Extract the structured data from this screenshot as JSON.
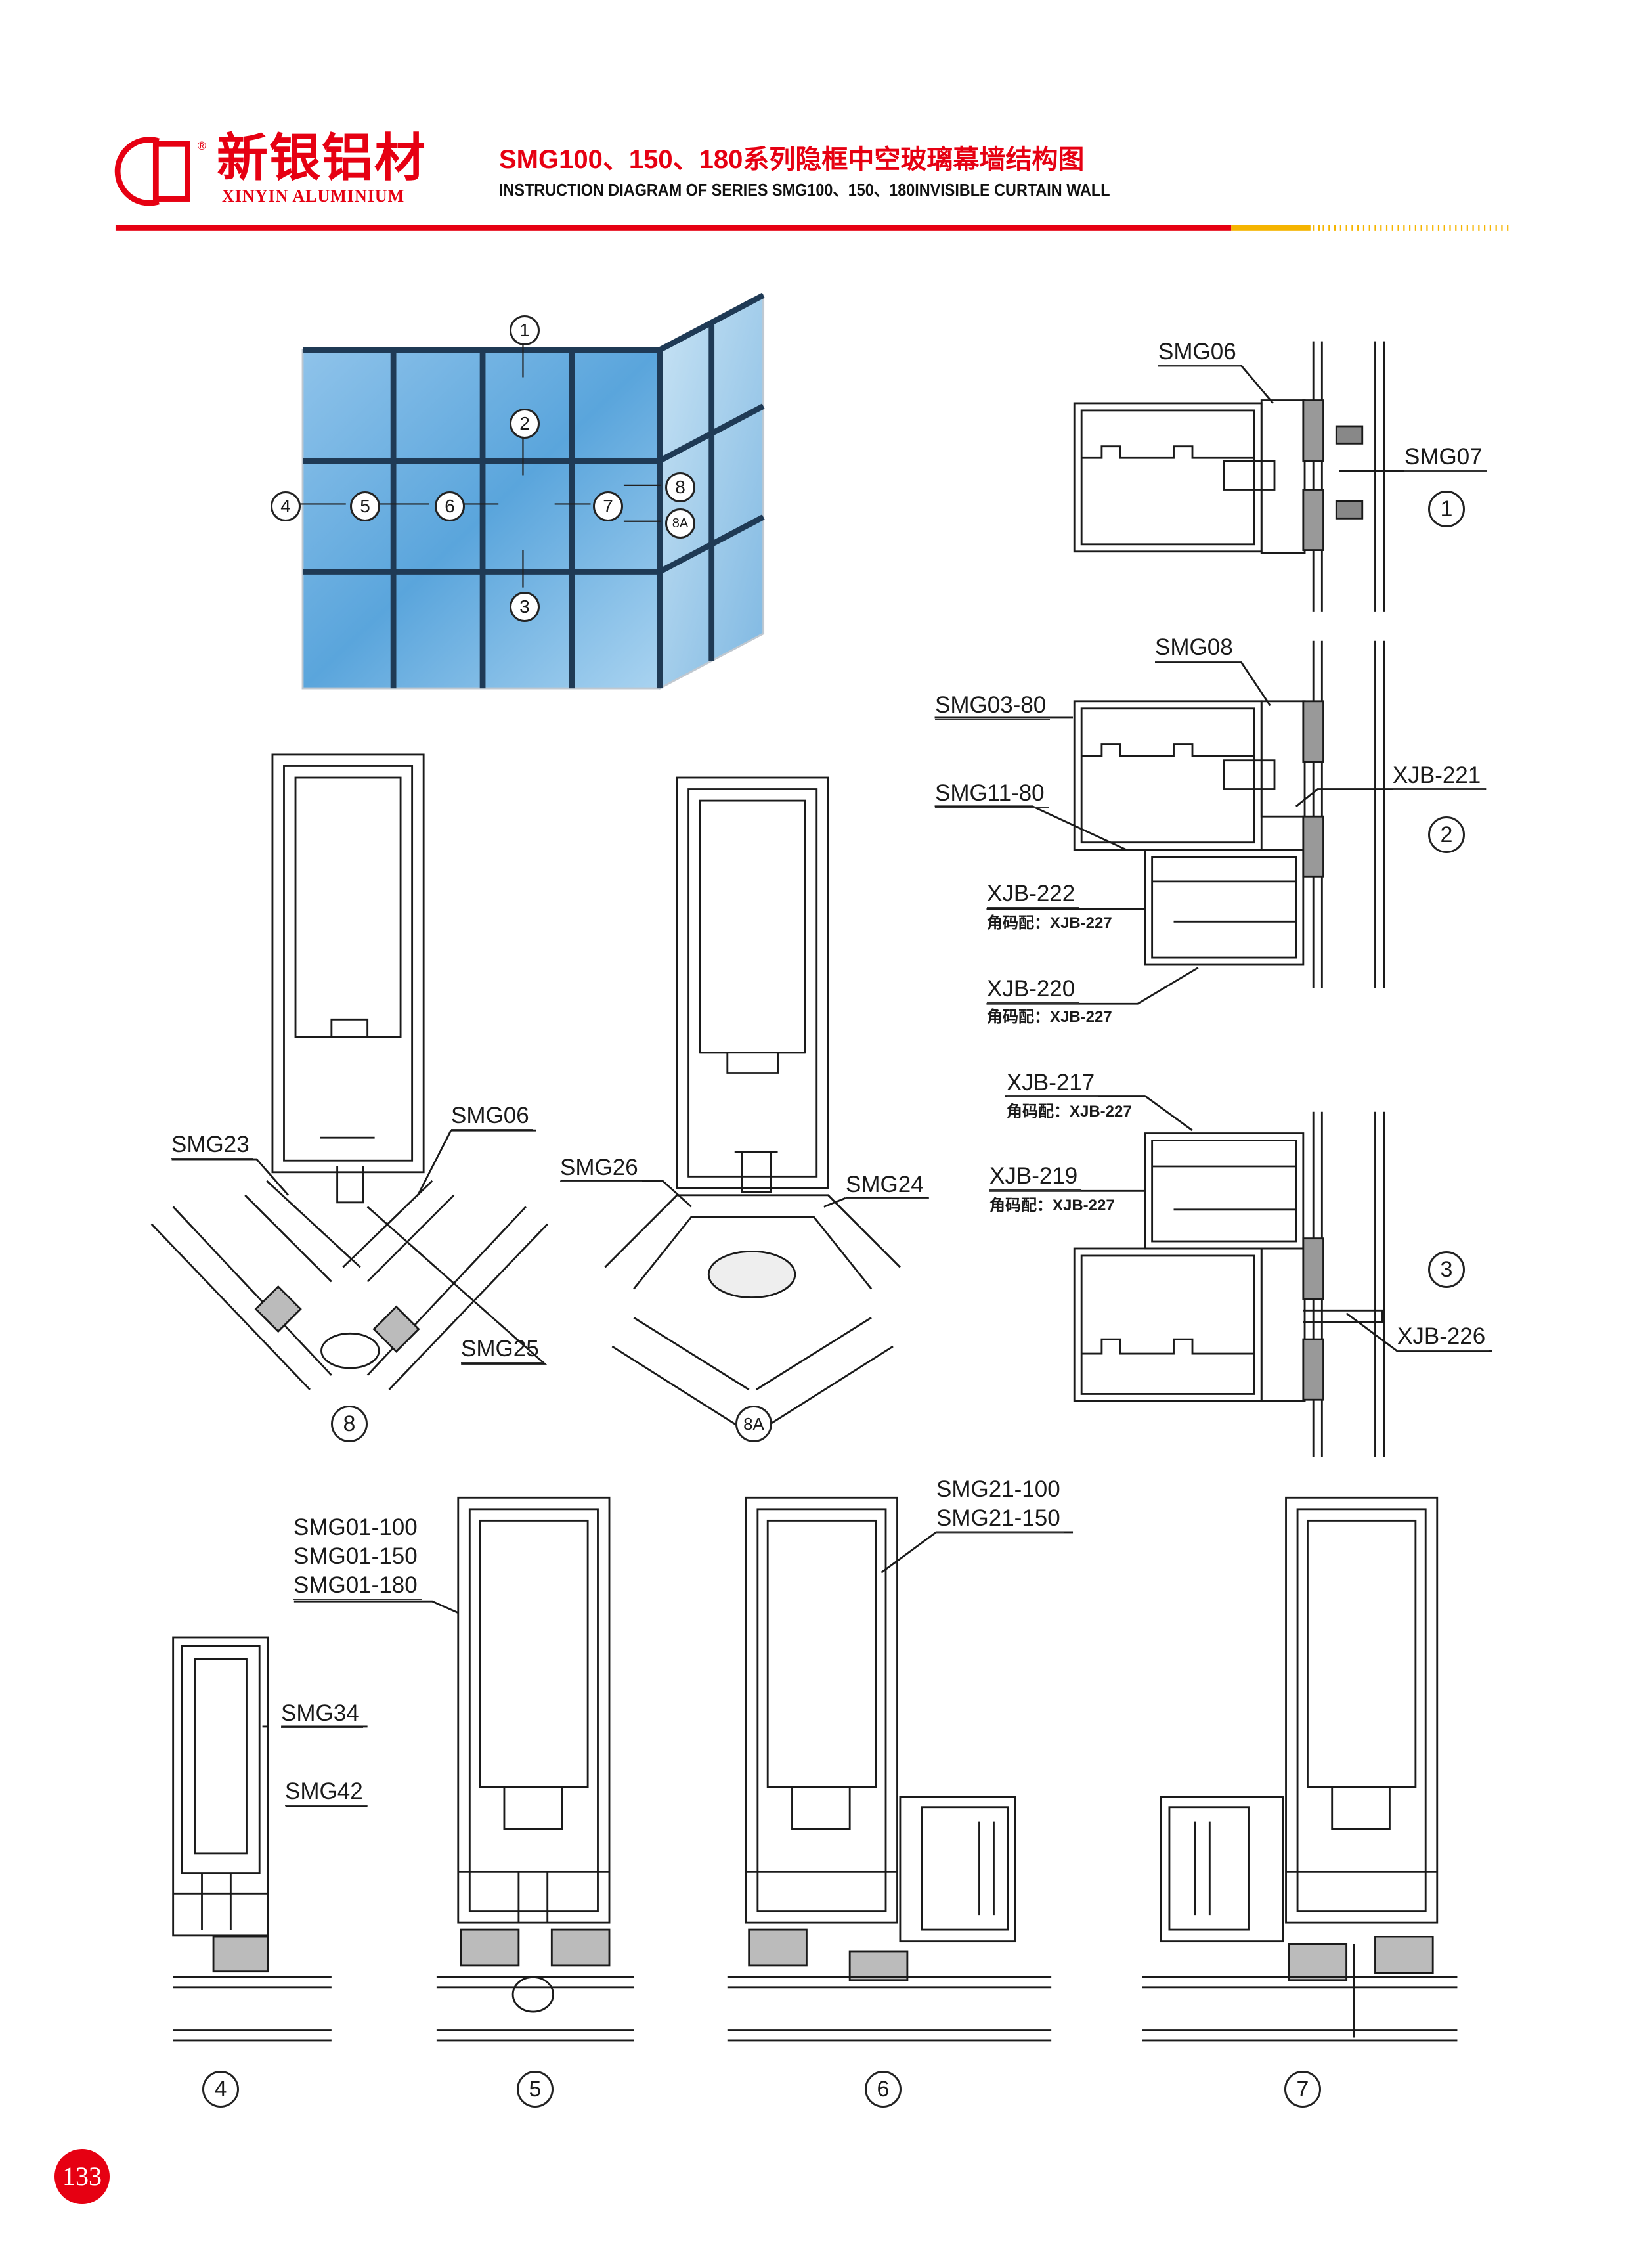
{
  "header": {
    "logo_cn": "新银铝材",
    "logo_en": "XINYIN ALUMINIUM",
    "title": "SMG100、150、180系列隐框中空玻璃幕墙结构图",
    "subtitle": "INSTRUCTION DIAGRAM OF SERIES SMG100、150、180INVISIBLE CURTAIN WALL",
    "brand_color": "#e60012",
    "accent_color": "#f5b400"
  },
  "facade_markers": [
    "1",
    "2",
    "3",
    "4",
    "5",
    "6",
    "7",
    "8",
    "8A"
  ],
  "detail_1": {
    "labels": [
      "SMG06",
      "SMG07"
    ],
    "number": "1"
  },
  "detail_2": {
    "labels": [
      "SMG08",
      "SMG03-80",
      "SMG11-80",
      "XJB-221",
      "XJB-222",
      "XJB-220"
    ],
    "corner_222": "角码配：XJB-227",
    "corner_220": "角码配：XJB-227",
    "number": "2"
  },
  "detail_3": {
    "labels": [
      "XJB-217",
      "XJB-219",
      "XJB-226"
    ],
    "corner_217": "角码配：XJB-227",
    "corner_219": "角码配：XJB-227",
    "number": "3"
  },
  "detail_8": {
    "labels": [
      "SMG23",
      "SMG06",
      "SMG25"
    ],
    "number": "8"
  },
  "detail_8a": {
    "labels": [
      "SMG26",
      "SMG24"
    ],
    "number": "8A"
  },
  "detail_4": {
    "labels": [
      "SMG34",
      "SMG42"
    ],
    "number": "4"
  },
  "detail_5": {
    "labels": [
      "SMG01-100",
      "SMG01-150",
      "SMG01-180"
    ],
    "number": "5"
  },
  "detail_6": {
    "labels": [
      "SMG21-100",
      "SMG21-150"
    ],
    "number": "6"
  },
  "detail_7": {
    "number": "7"
  },
  "page_number": "133"
}
